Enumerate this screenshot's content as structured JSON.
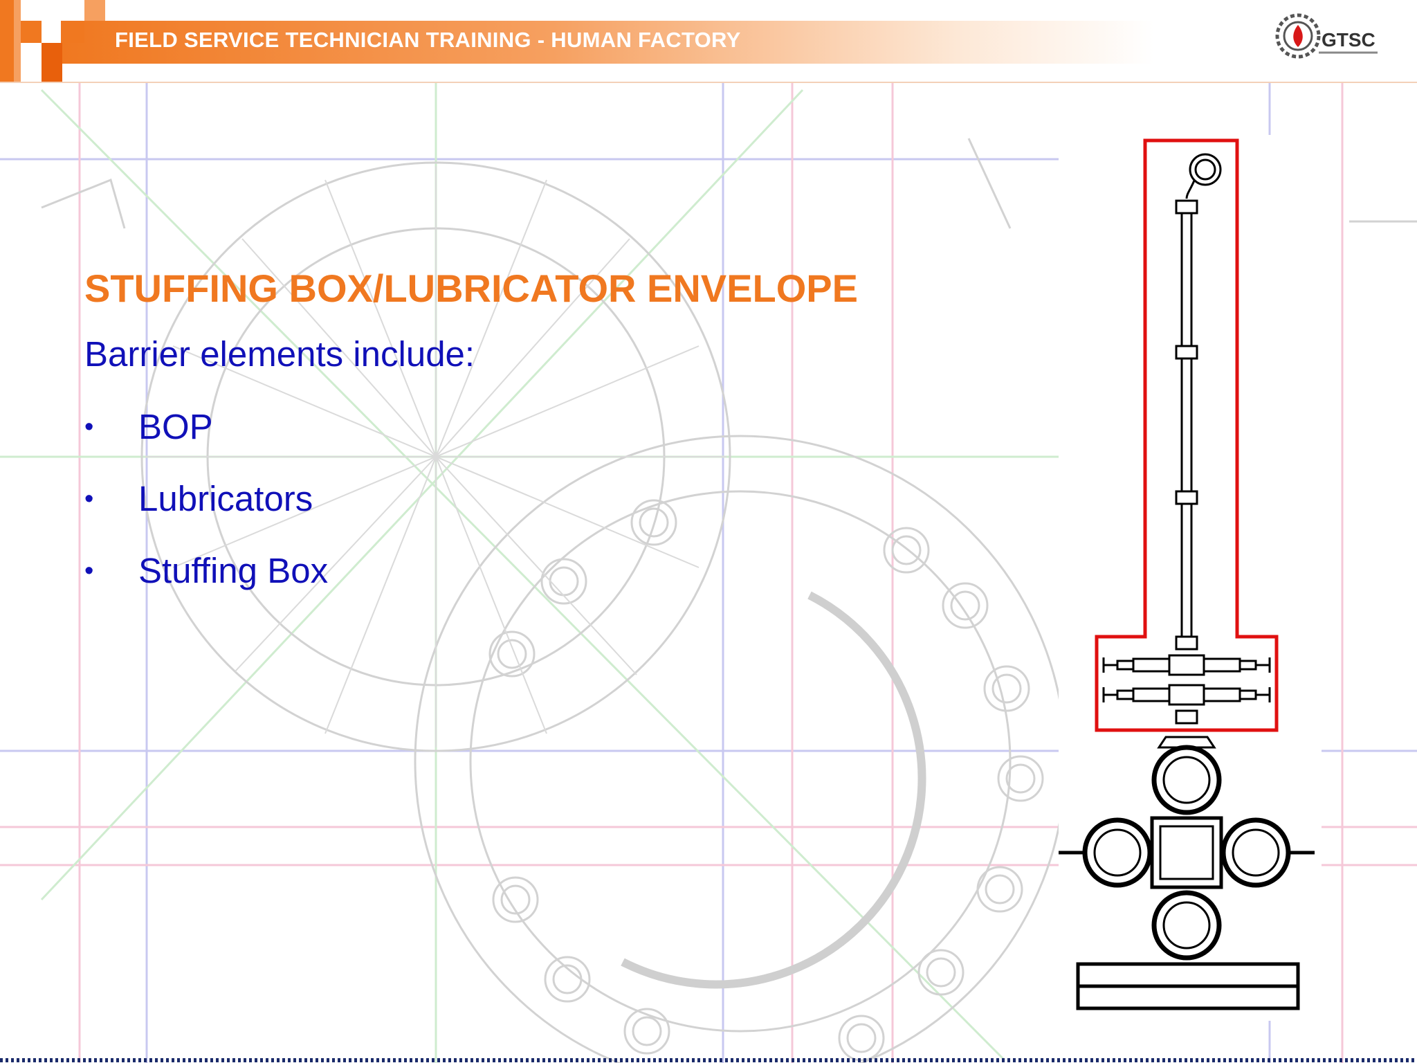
{
  "header": {
    "title": "FIELD SERVICE TECHNICIAN TRAINING - HUMAN FACTORY",
    "logo_text": "GTSC",
    "accent_color": "#f07820"
  },
  "slide": {
    "title": "STUFFING BOX/LUBRICATOR ENVELOPE",
    "intro": "Barrier elements include:",
    "bullets": [
      {
        "symbol": "•",
        "label": "BOP"
      },
      {
        "symbol": "•",
        "label": "Lubricators"
      },
      {
        "symbol": "•",
        "label": "Stuffing Box"
      }
    ],
    "title_color": "#f07820",
    "text_color": "#1010b8",
    "envelope_color": "#e01010"
  }
}
